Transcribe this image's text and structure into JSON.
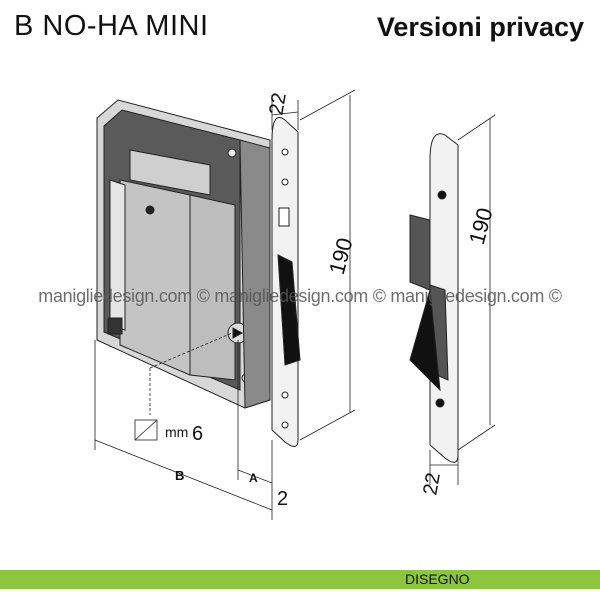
{
  "header": {
    "product": "B NO-HA MINI",
    "version": "Versioni privacy"
  },
  "watermark": "maniglie​design.com © maniglie​design.com © maniglie​design.com ©",
  "dimensions": {
    "faceplate_width_top": "22",
    "height_left": "190",
    "height_right": "190",
    "faceplate_width_bottom": "22",
    "square_unit": "mm",
    "square_size": "6",
    "label_b": "B",
    "label_a": "A",
    "offset": "2"
  },
  "footer": {
    "label": "DISEGNO",
    "color": "#8cc63f"
  }
}
